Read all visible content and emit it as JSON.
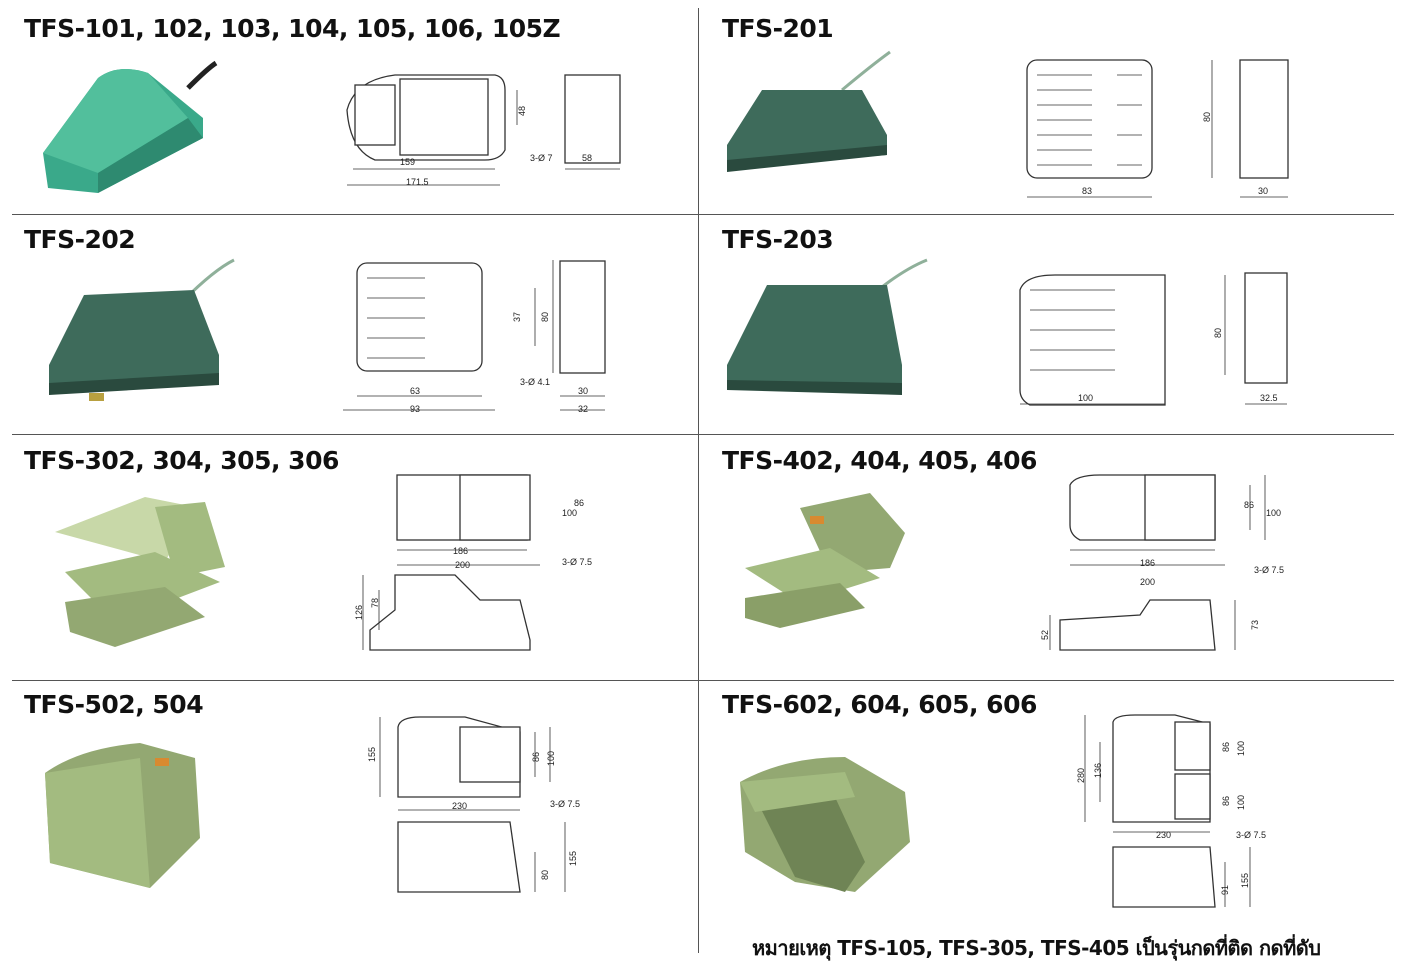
{
  "colors": {
    "teal": "#3aa98a",
    "dark_green": "#3e6b5b",
    "light_green": "#a3bb80",
    "olive": "#93a872",
    "line": "#555555"
  },
  "cells": [
    {
      "title": "TFS-101, 102, 103, 104, 105, 106, 105Z",
      "dims": [
        "48",
        "159",
        "171.5",
        "3-Ø 7",
        "58"
      ]
    },
    {
      "title": "TFS-201",
      "dims": [
        "80",
        "83",
        "30"
      ]
    },
    {
      "title": "TFS-202",
      "dims": [
        "37",
        "80",
        "63",
        "93",
        "3-Ø 4.1",
        "30",
        "32"
      ]
    },
    {
      "title": "TFS-203",
      "dims": [
        "80",
        "100",
        "32.5"
      ]
    },
    {
      "title": "TFS-302, 304, 305, 306",
      "dims": [
        "86",
        "100",
        "186",
        "200",
        "3-Ø 7.5",
        "126",
        "78"
      ]
    },
    {
      "title": "TFS-402, 404, 405, 406",
      "dims": [
        "86",
        "100",
        "186",
        "200",
        "3-Ø 7.5",
        "52",
        "73"
      ]
    },
    {
      "title": "TFS-502, 504",
      "dims": [
        "155",
        "86",
        "100",
        "230",
        "3-Ø 7.5",
        "80",
        "155"
      ]
    },
    {
      "title": "TFS-602, 604, 605, 606",
      "dims": [
        "280",
        "136",
        "86",
        "100",
        "86",
        "100",
        "230",
        "3-Ø 7.5",
        "91",
        "155"
      ]
    }
  ],
  "note": "หมายเหตุ TFS-105, TFS-305, TFS-405 เป็นรุ่นกดที่ติด กดที่ดับ"
}
